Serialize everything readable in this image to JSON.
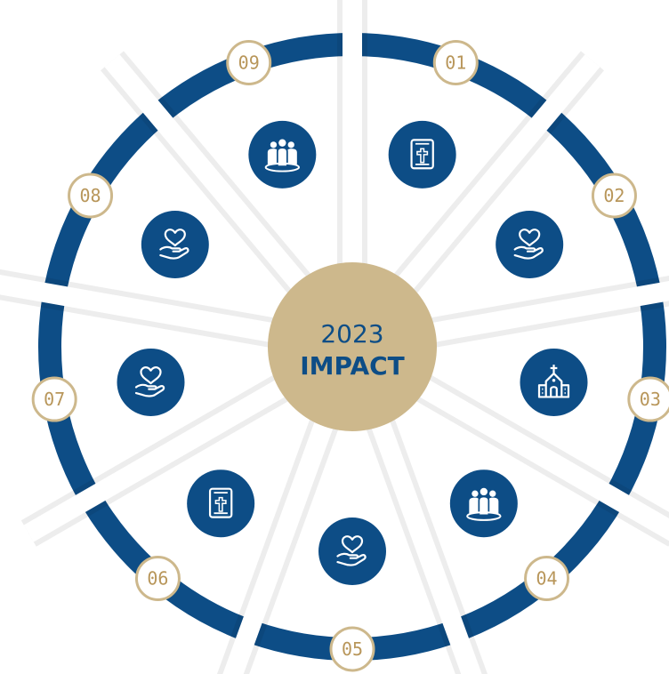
{
  "center": {
    "line1": "2023",
    "line2": "IMPACT"
  },
  "colors": {
    "navy": "#0d4d86",
    "gold": "#cdb88c",
    "gold_text": "#b8965a",
    "background": "#ffffff"
  },
  "segments": [
    {
      "label": "01",
      "icon": "bible-icon"
    },
    {
      "label": "02",
      "icon": "heart-hand-icon"
    },
    {
      "label": "03",
      "icon": "church-icon"
    },
    {
      "label": "04",
      "icon": "people-group-icon"
    },
    {
      "label": "05",
      "icon": "heart-hand-icon"
    },
    {
      "label": "06",
      "icon": "bible-icon"
    },
    {
      "label": "07",
      "icon": "heart-hand-icon"
    },
    {
      "label": "08",
      "icon": "heart-hand-icon"
    },
    {
      "label": "09",
      "icon": "people-group-icon"
    }
  ]
}
